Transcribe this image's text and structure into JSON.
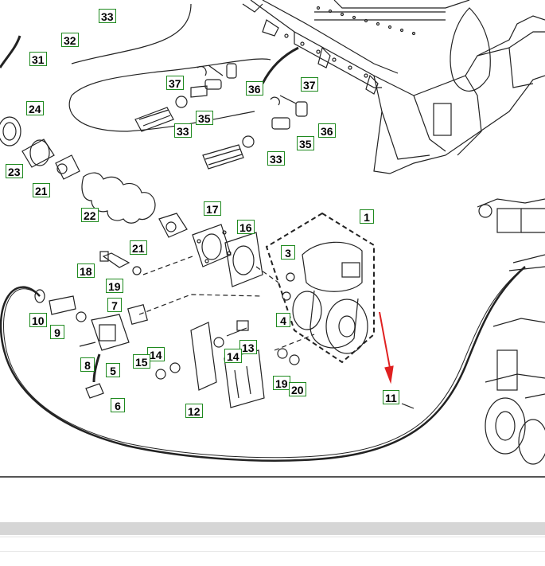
{
  "colors": {
    "callout_border": "#1f8a1f",
    "line": "#222222",
    "arrow": "#e02020",
    "panel_band": "#d6d6d6"
  },
  "callouts": [
    {
      "id": "c33a",
      "label": "33"
    },
    {
      "id": "c32",
      "label": "32"
    },
    {
      "id": "c31",
      "label": "31"
    },
    {
      "id": "c37a",
      "label": "37"
    },
    {
      "id": "c36a",
      "label": "36"
    },
    {
      "id": "c37b",
      "label": "37"
    },
    {
      "id": "c33b",
      "label": "33"
    },
    {
      "id": "c35a",
      "label": "35"
    },
    {
      "id": "c36b",
      "label": "36"
    },
    {
      "id": "c35b",
      "label": "35"
    },
    {
      "id": "c33c",
      "label": "33"
    },
    {
      "id": "c24",
      "label": "24"
    },
    {
      "id": "c23",
      "label": "23"
    },
    {
      "id": "c21a",
      "label": "21"
    },
    {
      "id": "c22",
      "label": "22"
    },
    {
      "id": "c17",
      "label": "17"
    },
    {
      "id": "c16",
      "label": "16"
    },
    {
      "id": "c1",
      "label": "1"
    },
    {
      "id": "c21b",
      "label": "21"
    },
    {
      "id": "c18",
      "label": "18"
    },
    {
      "id": "c19a",
      "label": "19"
    },
    {
      "id": "c3",
      "label": "3"
    },
    {
      "id": "c7",
      "label": "7"
    },
    {
      "id": "c4",
      "label": "4"
    },
    {
      "id": "c10",
      "label": "10"
    },
    {
      "id": "c9",
      "label": "9"
    },
    {
      "id": "c13",
      "label": "13"
    },
    {
      "id": "c14a",
      "label": "14"
    },
    {
      "id": "c14b",
      "label": "14"
    },
    {
      "id": "c15",
      "label": "15"
    },
    {
      "id": "c8",
      "label": "8"
    },
    {
      "id": "c5",
      "label": "5"
    },
    {
      "id": "c19b",
      "label": "19"
    },
    {
      "id": "c20",
      "label": "20"
    },
    {
      "id": "c11",
      "label": "11"
    },
    {
      "id": "c6",
      "label": "6"
    },
    {
      "id": "c12",
      "label": "12"
    }
  ]
}
